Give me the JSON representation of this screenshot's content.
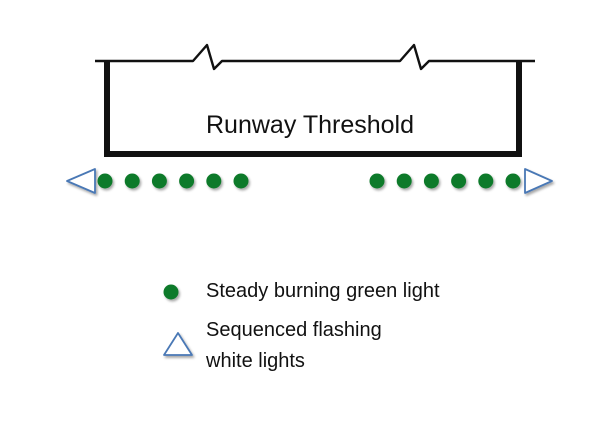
{
  "diagram": {
    "runway_label": "Runway Threshold",
    "left_green_light_count": 6,
    "right_green_light_count": 6,
    "colors": {
      "green_light": "#0f7a2a",
      "white_light_stroke": "#4a78b5",
      "outline": "#111111"
    }
  },
  "legend": {
    "green_light_label": "Steady burning green light",
    "flashing_lines": [
      "Sequenced flashing",
      "white lights"
    ]
  }
}
